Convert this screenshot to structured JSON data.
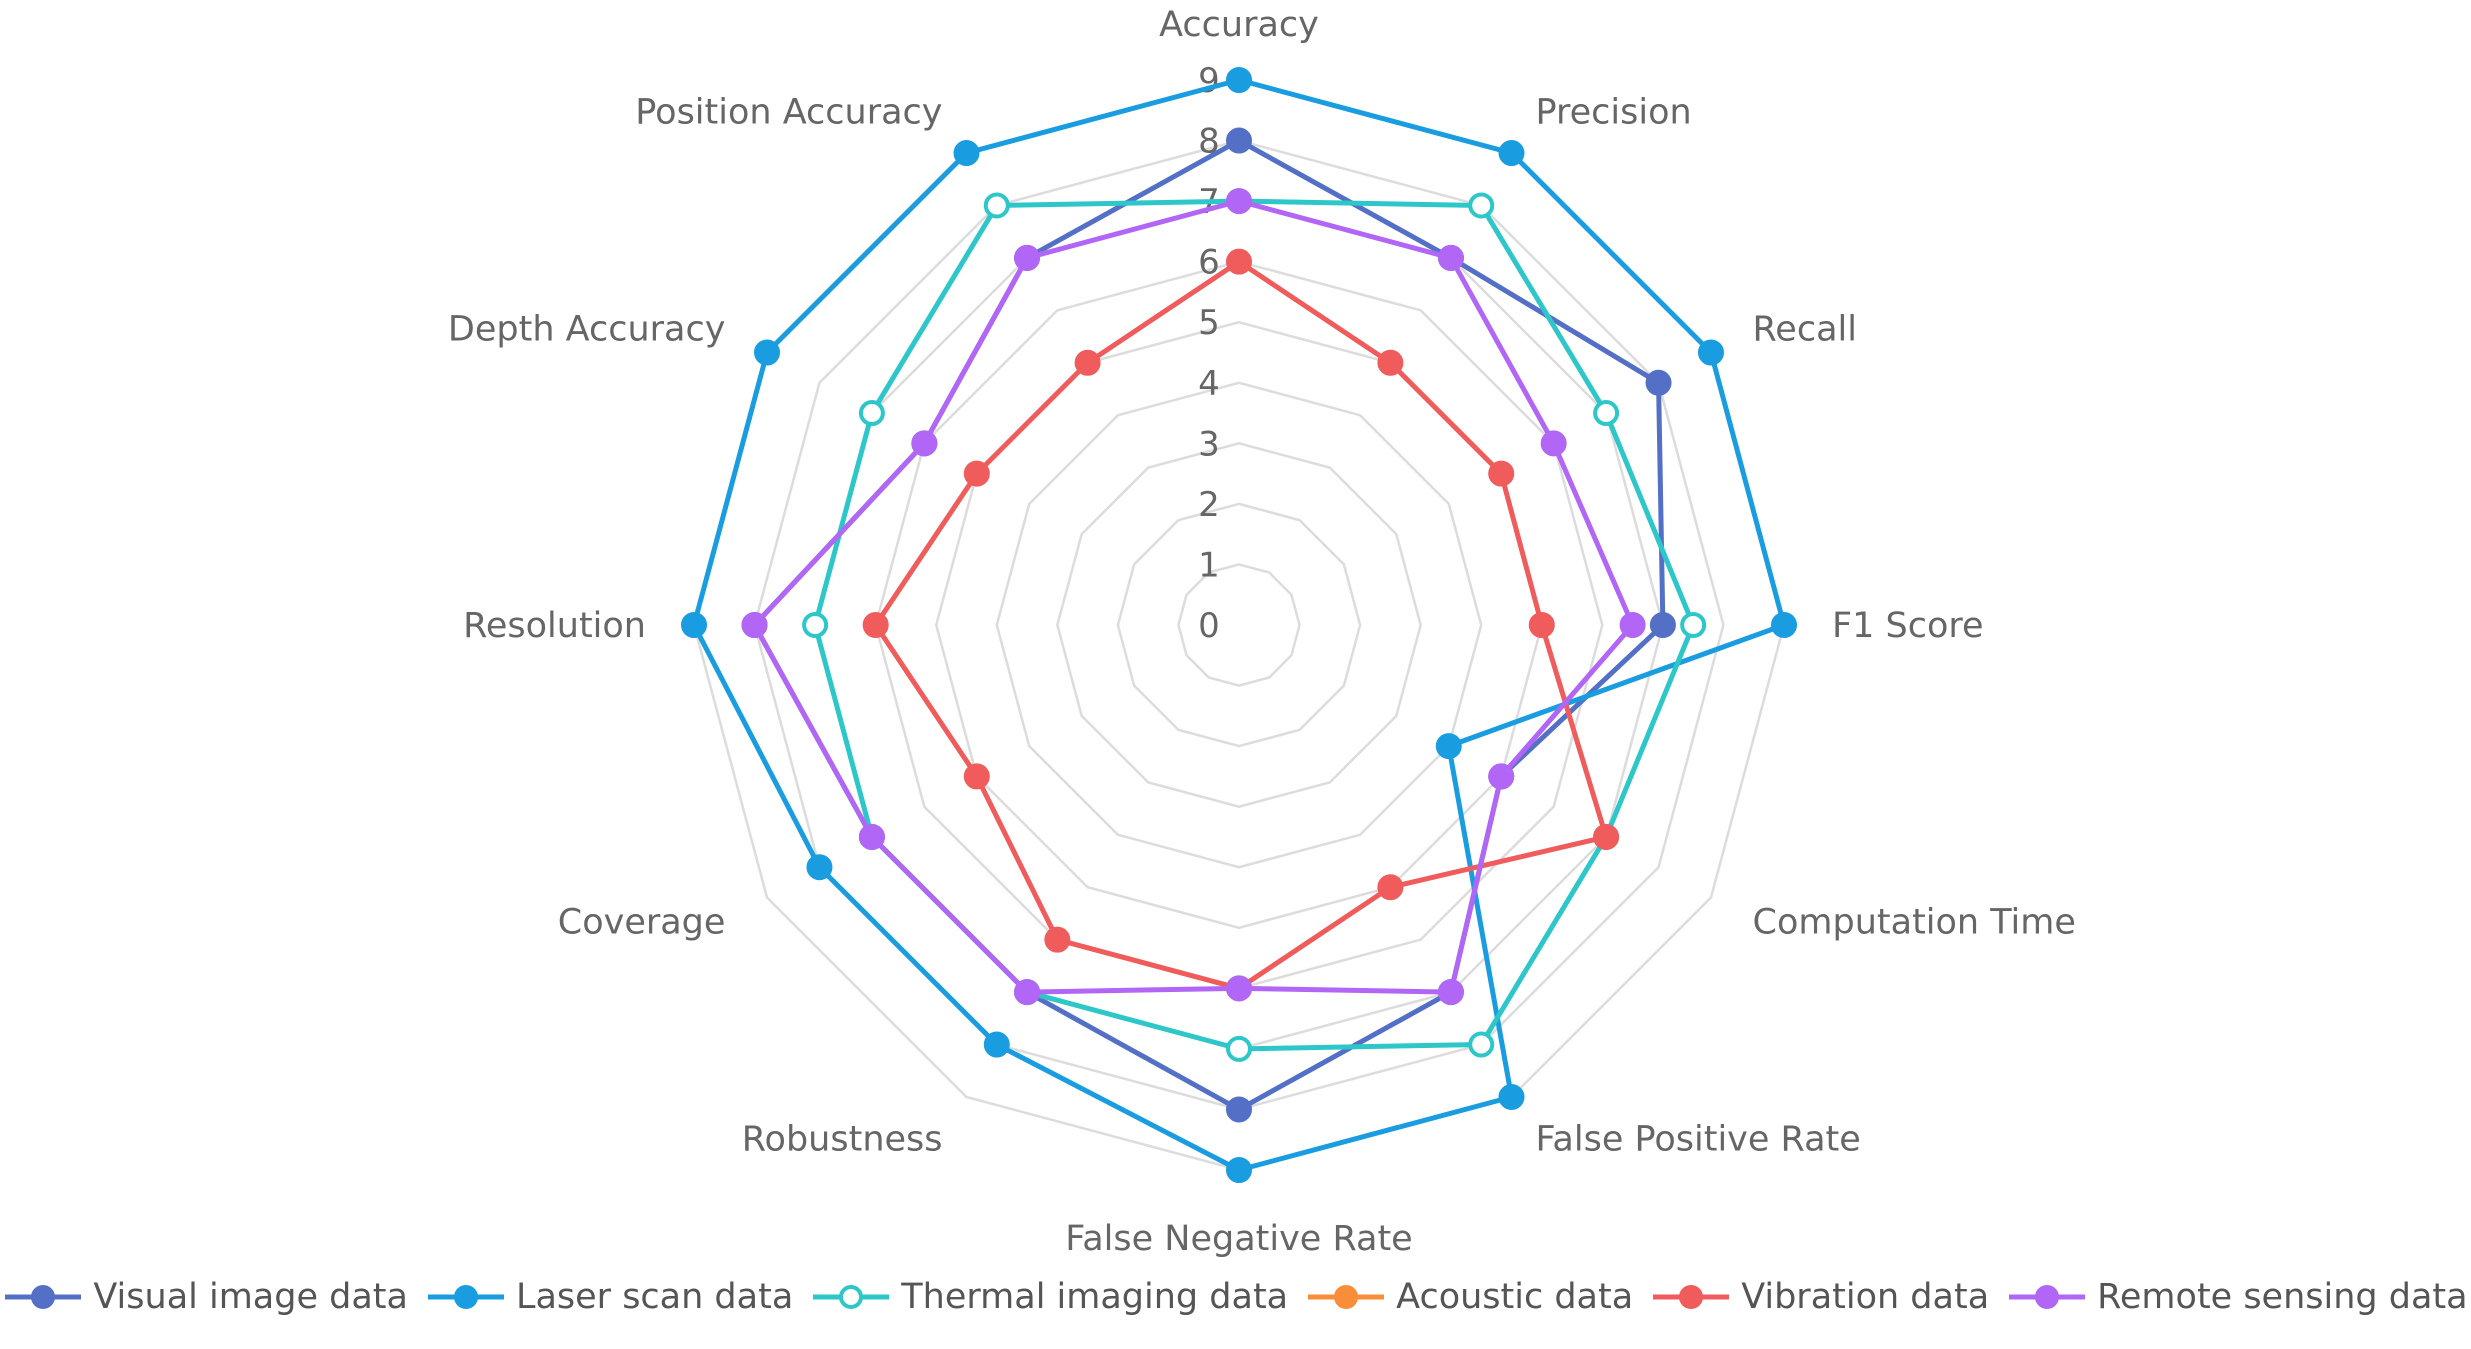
{
  "chart_data": {
    "type": "radar",
    "max": 9,
    "radial_tick_labels": [
      "0",
      "1",
      "2",
      "3",
      "4",
      "5",
      "6",
      "7",
      "8",
      "9"
    ],
    "axes": [
      "Accuracy",
      "Precision",
      "Recall",
      "F1 Score",
      "Computation Time",
      "False Positive Rate",
      "False Negative Rate",
      "Robustness",
      "Coverage",
      "Resolution",
      "Depth Accuracy",
      "Position Accuracy"
    ],
    "series": [
      {
        "name": "Visual image data",
        "color": "#5470c6",
        "marker": "filled",
        "values": [
          8,
          7,
          8,
          7,
          5,
          7,
          8,
          7,
          7,
          8,
          6,
          7
        ]
      },
      {
        "name": "Laser scan data",
        "color": "#1a9de0",
        "marker": "filled",
        "values": [
          9,
          9,
          9,
          9,
          4,
          9,
          9,
          8,
          8,
          9,
          9,
          9
        ]
      },
      {
        "name": "Thermal imaging data",
        "color": "#2ec7c9",
        "marker": "hollow",
        "values": [
          7,
          8,
          7,
          7.5,
          7,
          8,
          7,
          7,
          7,
          7,
          7,
          8
        ]
      },
      {
        "name": "Acoustic data",
        "color": "#f98e3a",
        "marker": "filled",
        "values": []
      },
      {
        "name": "Vibration data",
        "color": "#f05b5b",
        "marker": "filled",
        "values": [
          6,
          5,
          5,
          5,
          7,
          5,
          6,
          6,
          5,
          6,
          5,
          5
        ]
      },
      {
        "name": "Remote sensing data",
        "color": "#b166f5",
        "marker": "filled",
        "values": [
          7,
          7,
          6,
          6.5,
          5,
          7,
          6,
          7,
          7,
          8,
          6,
          7
        ]
      }
    ],
    "grid": true,
    "legend_position": "bottom"
  }
}
